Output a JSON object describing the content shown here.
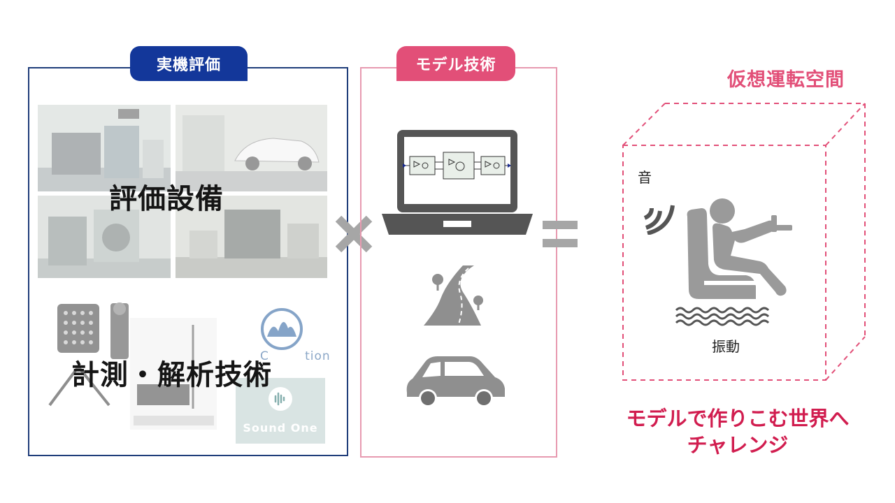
{
  "left": {
    "tab_label": "実機評価",
    "facility_label": "評価設備",
    "measure_label": "計測・解析技術",
    "logo_partial_text": "C        tion",
    "sound_one_text": "Sound One"
  },
  "middle": {
    "tab_label": "モデル技術"
  },
  "operators": {
    "times": "×",
    "equals": "="
  },
  "right": {
    "title": "仮想運転空間",
    "sound_label": "音",
    "vibration_label": "振動",
    "bottom_line1": "モデルで作りこむ世界へ",
    "bottom_line2": "チャレンジ"
  },
  "colors": {
    "navy": "#13379a",
    "pink": "#e24f78",
    "crimson": "#d11d4f",
    "gray_icon": "#8f8f8f"
  }
}
